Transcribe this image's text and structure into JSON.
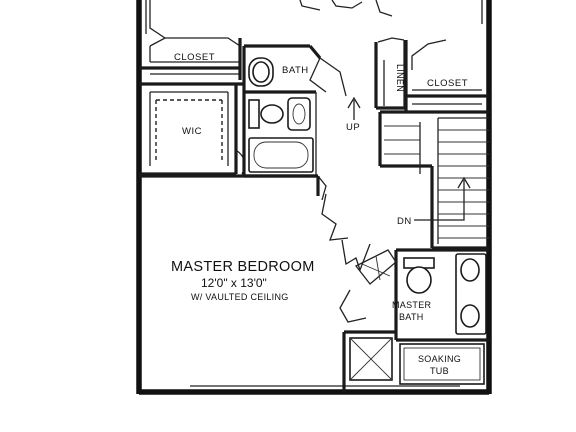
{
  "rooms": {
    "closet_left": "CLOSET",
    "closet_right": "CLOSET",
    "bath": "BATH",
    "linen": "LINEN",
    "wic": "WIC",
    "master_bedroom": "MASTER BEDROOM",
    "master_dims": "12'0\" x 13'0\"",
    "master_note": "W/ VAULTED CEILING",
    "master_bath_1": "MASTER",
    "master_bath_2": "BATH",
    "soaking_tub_1": "SOAKING",
    "soaking_tub_2": "TUB"
  },
  "stairs": {
    "up": "UP",
    "down": "DN"
  }
}
